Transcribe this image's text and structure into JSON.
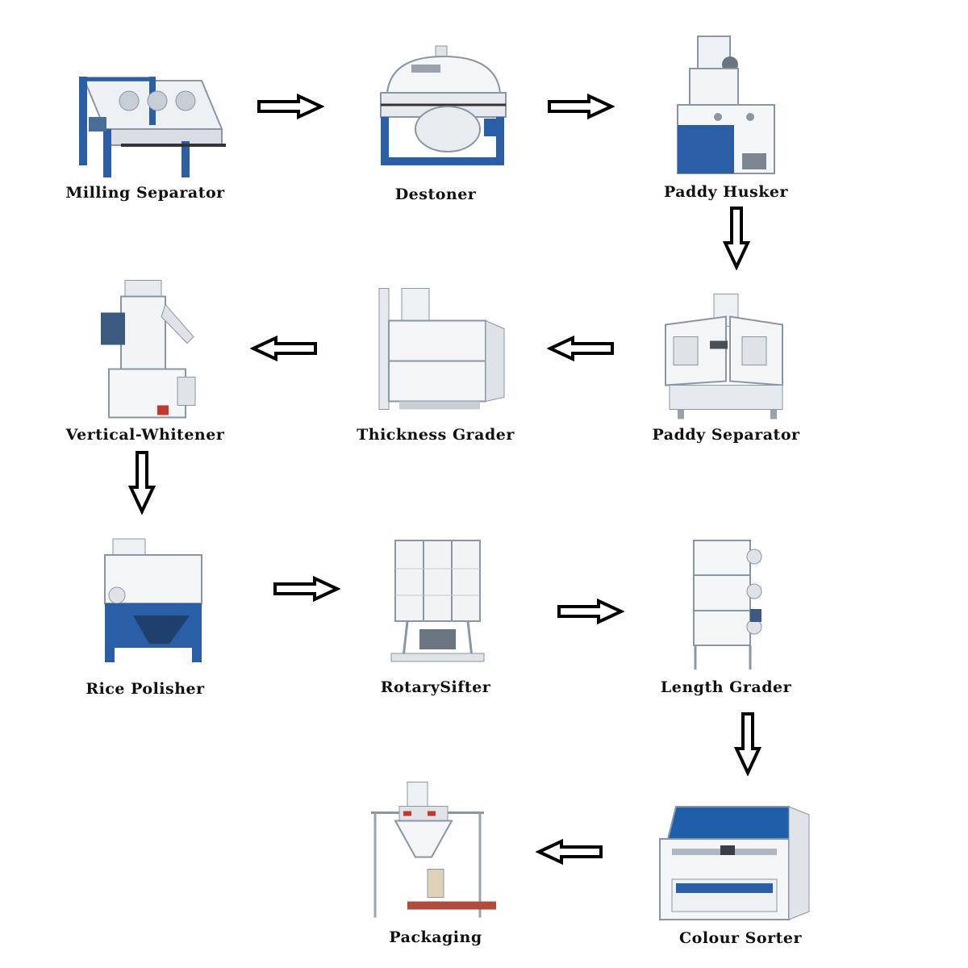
{
  "diagram": {
    "steps": [
      {
        "id": "milling-separator",
        "label": "Milling Separator"
      },
      {
        "id": "destoner",
        "label": "Destoner"
      },
      {
        "id": "paddy-husker",
        "label": "Paddy Husker"
      },
      {
        "id": "paddy-separator",
        "label": "Paddy Separator"
      },
      {
        "id": "thickness-grader",
        "label": "Thickness Grader"
      },
      {
        "id": "vertical-whitener",
        "label": "Vertical-Whitener"
      },
      {
        "id": "rice-polisher",
        "label": "Rice Polisher"
      },
      {
        "id": "rotary-sifter",
        "label": "RotarySifter"
      },
      {
        "id": "length-grader",
        "label": "Length Grader"
      },
      {
        "id": "colour-sorter",
        "label": "Colour Sorter"
      },
      {
        "id": "packaging",
        "label": "Packaging"
      }
    ],
    "flow": [
      {
        "from": "milling-separator",
        "to": "destoner",
        "direction": "right"
      },
      {
        "from": "destoner",
        "to": "paddy-husker",
        "direction": "right"
      },
      {
        "from": "paddy-husker",
        "to": "paddy-separator",
        "direction": "down"
      },
      {
        "from": "paddy-separator",
        "to": "thickness-grader",
        "direction": "left"
      },
      {
        "from": "thickness-grader",
        "to": "vertical-whitener",
        "direction": "left"
      },
      {
        "from": "vertical-whitener",
        "to": "rice-polisher",
        "direction": "down"
      },
      {
        "from": "rice-polisher",
        "to": "rotary-sifter",
        "direction": "right"
      },
      {
        "from": "rotary-sifter",
        "to": "length-grader",
        "direction": "right"
      },
      {
        "from": "length-grader",
        "to": "colour-sorter",
        "direction": "down"
      },
      {
        "from": "colour-sorter",
        "to": "packaging",
        "direction": "left"
      }
    ],
    "colors": {
      "machine_body": "#f2f4f6",
      "machine_outline": "#9aa3ad",
      "frame_blue": "#2a5fa8",
      "arrow_fill": "#ffffff",
      "arrow_stroke": "#000000",
      "label_text": "#111111"
    }
  }
}
